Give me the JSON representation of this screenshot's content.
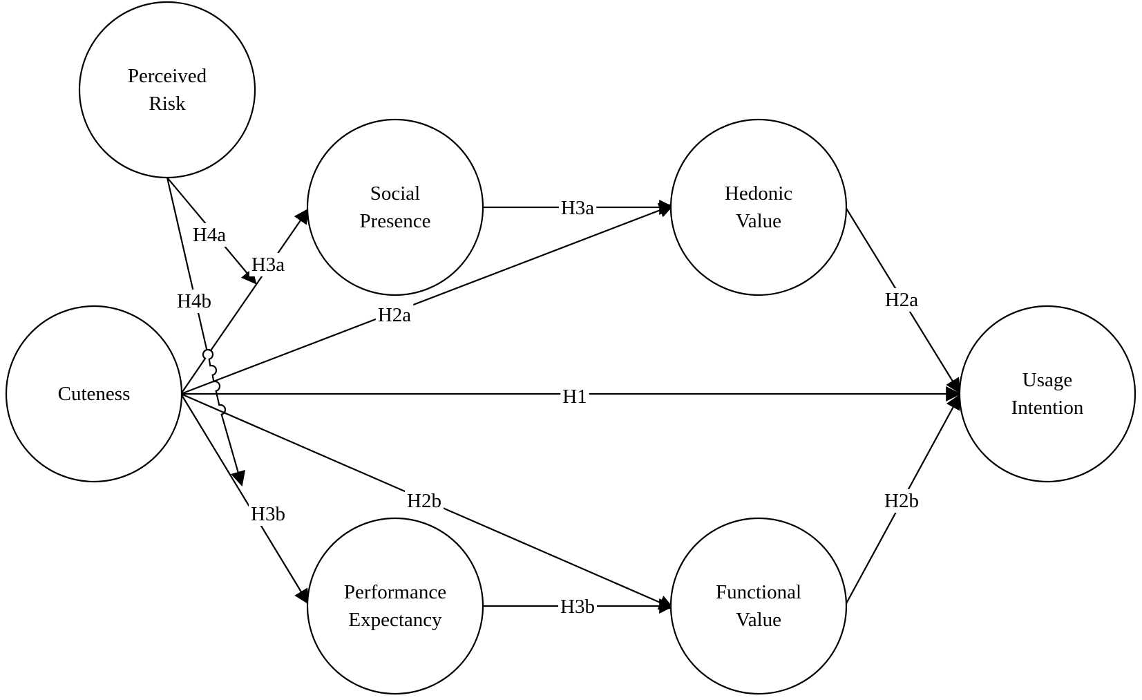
{
  "diagram": {
    "nodes": [
      {
        "id": "perceived-risk",
        "lines": [
          "Perceived",
          "Risk"
        ]
      },
      {
        "id": "social-presence",
        "lines": [
          "Social",
          "Presence"
        ]
      },
      {
        "id": "hedonic-value",
        "lines": [
          "Hedonic",
          "Value"
        ]
      },
      {
        "id": "cuteness",
        "lines": [
          "Cuteness"
        ]
      },
      {
        "id": "usage-intention",
        "lines": [
          "Usage",
          "Intention"
        ]
      },
      {
        "id": "performance-expectancy",
        "lines": [
          "Performance",
          "Expectancy"
        ]
      },
      {
        "id": "functional-value",
        "lines": [
          "Functional",
          "Value"
        ]
      }
    ],
    "edges": [
      {
        "id": "cuteness-to-usage-intention",
        "from": "cuteness",
        "to": "usage-intention",
        "label": "H1"
      },
      {
        "id": "cuteness-to-hedonic-value",
        "from": "cuteness",
        "to": "hedonic-value",
        "label": "H2a"
      },
      {
        "id": "hedonic-value-to-usage-intention",
        "from": "hedonic-value",
        "to": "usage-intention",
        "label": "H2a"
      },
      {
        "id": "cuteness-to-functional-value",
        "from": "cuteness",
        "to": "functional-value",
        "label": "H2b"
      },
      {
        "id": "functional-value-to-usage-intention",
        "from": "functional-value",
        "to": "usage-intention",
        "label": "H2b"
      },
      {
        "id": "cuteness-to-social-presence",
        "from": "cuteness",
        "to": "social-presence",
        "label": "H3a"
      },
      {
        "id": "social-presence-to-hedonic-value",
        "from": "social-presence",
        "to": "hedonic-value",
        "label": "H3a"
      },
      {
        "id": "cuteness-to-performance-expectancy",
        "from": "cuteness",
        "to": "performance-expectancy",
        "label": "H3b"
      },
      {
        "id": "performance-expectancy-to-functional-value",
        "from": "performance-expectancy",
        "to": "functional-value",
        "label": "H3b"
      },
      {
        "id": "perceived-risk-moderation-a",
        "from": "perceived-risk",
        "to": "cuteness-to-social-presence",
        "label": "H4a"
      },
      {
        "id": "perceived-risk-moderation-b",
        "from": "perceived-risk",
        "to": "cuteness-to-performance-expectancy",
        "label": "H4b"
      }
    ]
  }
}
